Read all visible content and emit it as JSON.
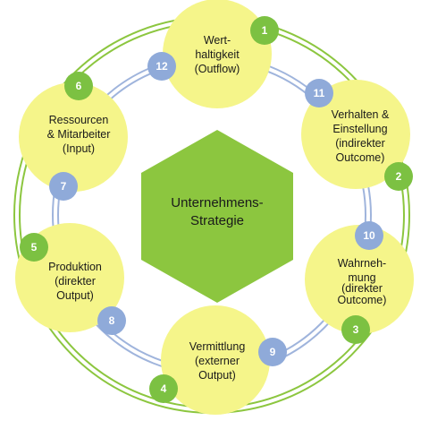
{
  "center": {
    "lines": [
      "Unternehmens-",
      "Strategie"
    ]
  },
  "nodes": [
    {
      "id": "werthaltigkeit",
      "lines": [
        "Wert-",
        "haltigkeit",
        "(Outflow)"
      ]
    },
    {
      "id": "verhalten",
      "lines": [
        "Verhalten &",
        "Einstellung",
        "(indirekter",
        "Outcome)"
      ]
    },
    {
      "id": "wahrnehmung",
      "lines": [
        "Wahrneh-",
        "mung",
        "(direkter",
        "Outcome)"
      ]
    },
    {
      "id": "vermittlung",
      "lines": [
        "Vermittlung",
        "(externer",
        "Output)"
      ]
    },
    {
      "id": "produktion",
      "lines": [
        "Produktion",
        "(direkter",
        "Output)"
      ]
    },
    {
      "id": "ressourcen",
      "lines": [
        "Ressourcen",
        "& Mitarbeiter",
        "(Input)"
      ]
    }
  ],
  "badges_outer": [
    "1",
    "2",
    "3",
    "4",
    "5",
    "6"
  ],
  "badges_inner": [
    "7",
    "8",
    "9",
    "10",
    "11",
    "12"
  ],
  "colors": {
    "node_fill": "#f5f58a",
    "center_fill": "#8cc63f",
    "green_badge": "#7cc142",
    "blue_badge": "#8faad9",
    "outer_ring": "#8cc63f",
    "inner_ring": "#9fb4dc"
  }
}
